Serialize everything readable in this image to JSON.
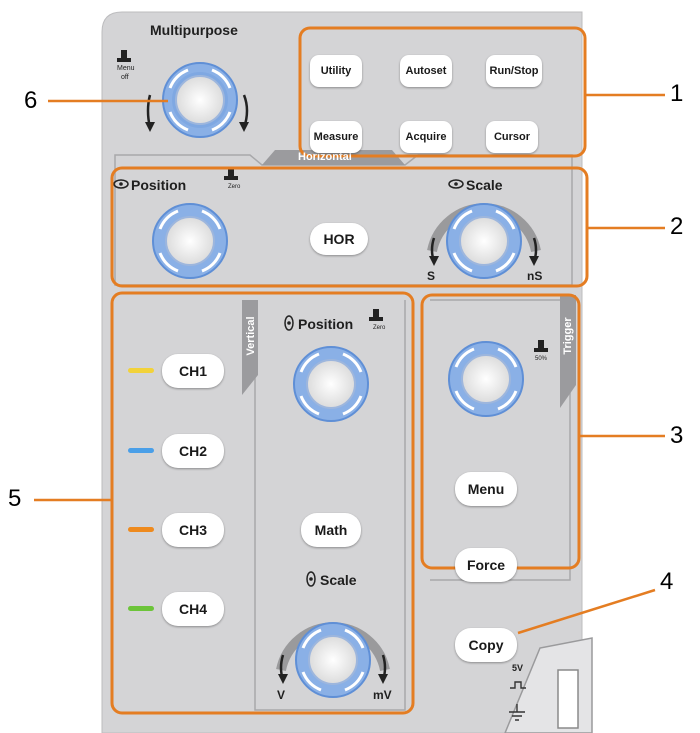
{
  "panel": {
    "multipurpose_title": "Multipurpose",
    "menu_off_label_top": "Menu",
    "menu_off_label_bottom": "off",
    "horizontal_tab": "Horizontal",
    "h_position_label": "Position",
    "h_scale_label": "Scale",
    "zero_label": "Zero",
    "hor_button": "HOR",
    "scale_left": "S",
    "scale_right": "nS",
    "vertical_tab": "Vertical",
    "v_position_label": "Position",
    "v_zero_label": "Zero",
    "math_button": "Math",
    "v_scale_label": "Scale",
    "v_scale_left": "V",
    "v_scale_right": "mV",
    "trigger_tab": "Trigger",
    "fifty_label": "50%",
    "menu_button": "Menu",
    "force_button": "Force",
    "copy_button": "Copy",
    "probe_5v": "5V"
  },
  "function_buttons": [
    "Utility",
    "Autoset",
    "Run/Stop",
    "Measure",
    "Acquire",
    "Cursor"
  ],
  "channels": [
    {
      "label": "CH1",
      "color": "#f2d23a"
    },
    {
      "label": "CH2",
      "color": "#4a9fe8"
    },
    {
      "label": "CH3",
      "color": "#ee8a1e"
    },
    {
      "label": "CH4",
      "color": "#6cc43a"
    }
  ],
  "callouts": [
    "1",
    "2",
    "3",
    "4",
    "5",
    "6"
  ],
  "colors": {
    "panel": "#d4d4d6",
    "panel_edge": "#bcbcbe",
    "highlight": "#e47d22",
    "knob_blue": "#8ab0e6",
    "knob_blue_dark": "#5f8fd6",
    "tab": "#9b9b9e"
  }
}
